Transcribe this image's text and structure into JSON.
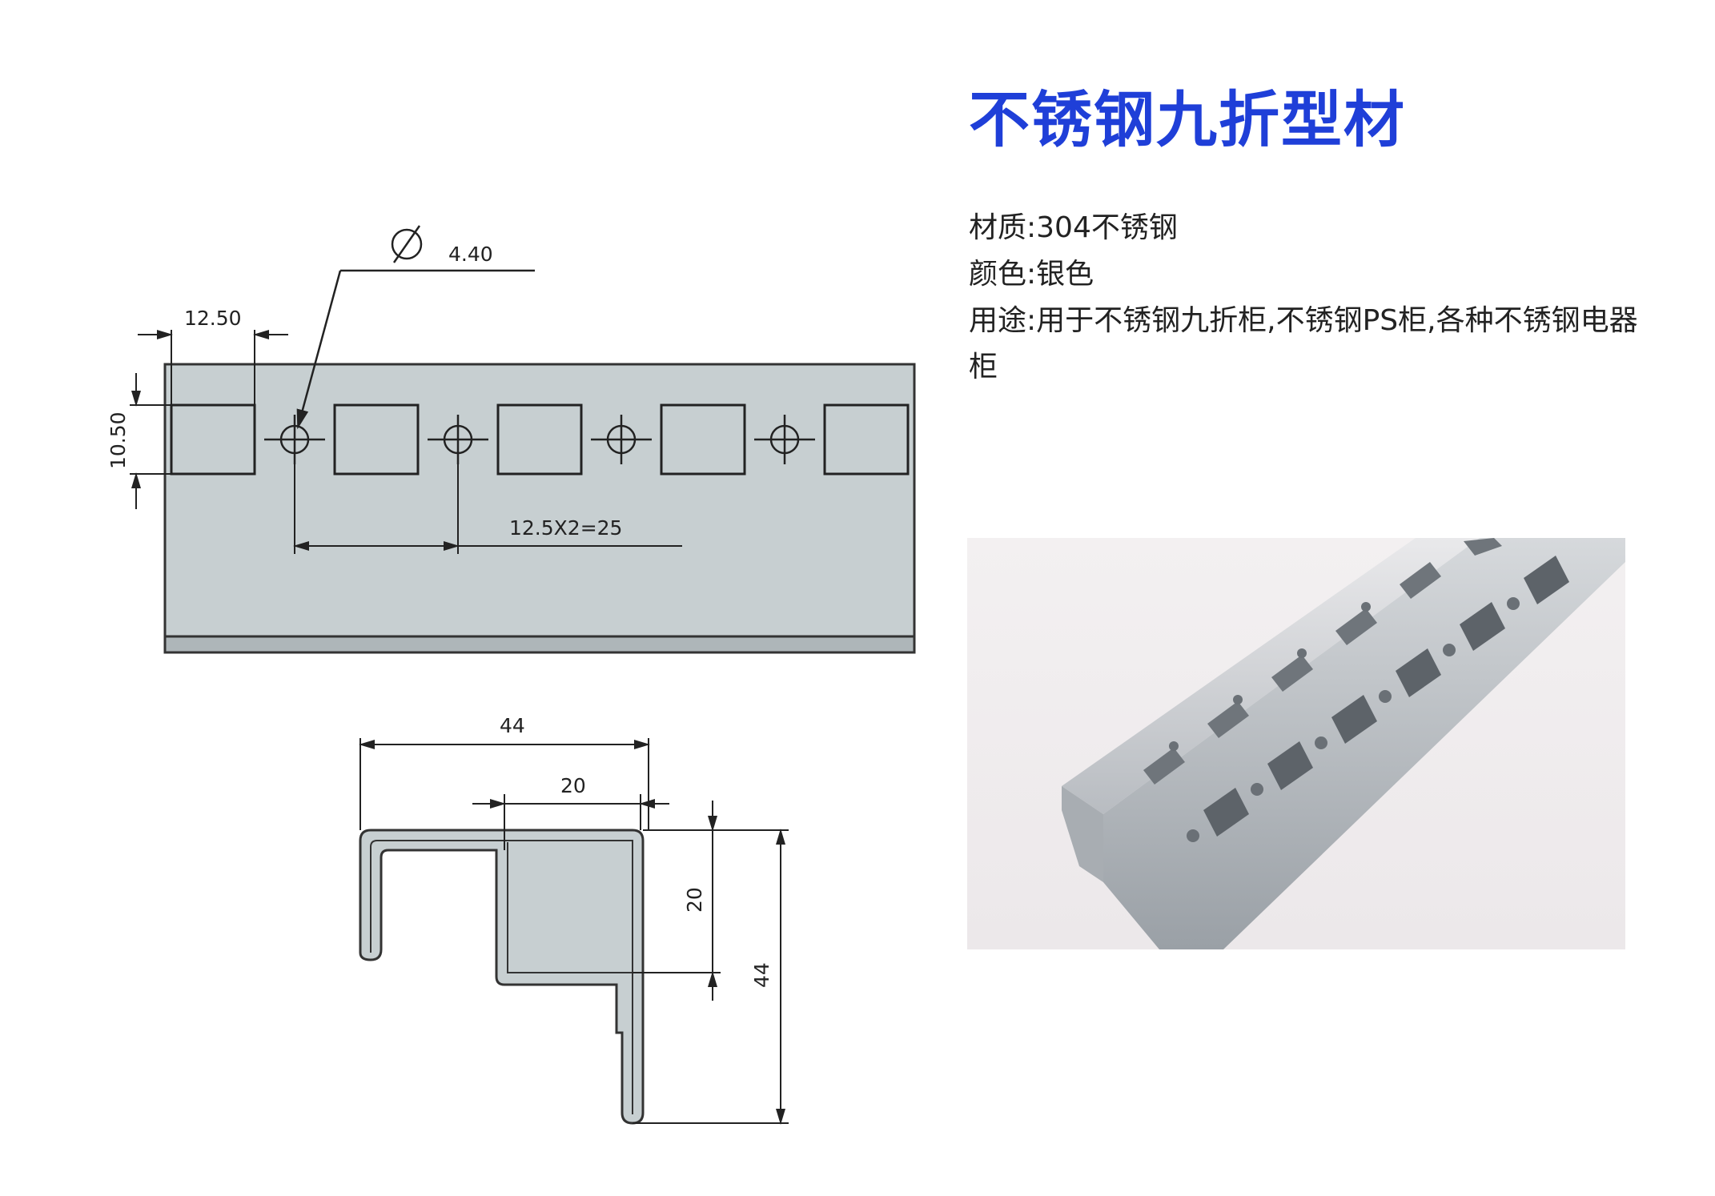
{
  "product": {
    "title": "不锈钢九折型材",
    "specs": {
      "material": "材质:304不锈钢",
      "color": "颜色:银色",
      "usage": "用途:用于不锈钢九折柜,不锈钢PS柜,各种不锈钢电器柜"
    }
  },
  "drawing_top": {
    "hole_diameter": "4.40",
    "square_width": "12.50",
    "square_height": "10.50",
    "pitch": "12.5X2=25"
  },
  "drawing_profile": {
    "overall_width": "44",
    "inner_width": "20",
    "inner_height": "20",
    "overall_height": "44"
  },
  "colors": {
    "title": "#1f3fd8",
    "plate_fill": "#c7cfd1",
    "line": "#222222"
  }
}
